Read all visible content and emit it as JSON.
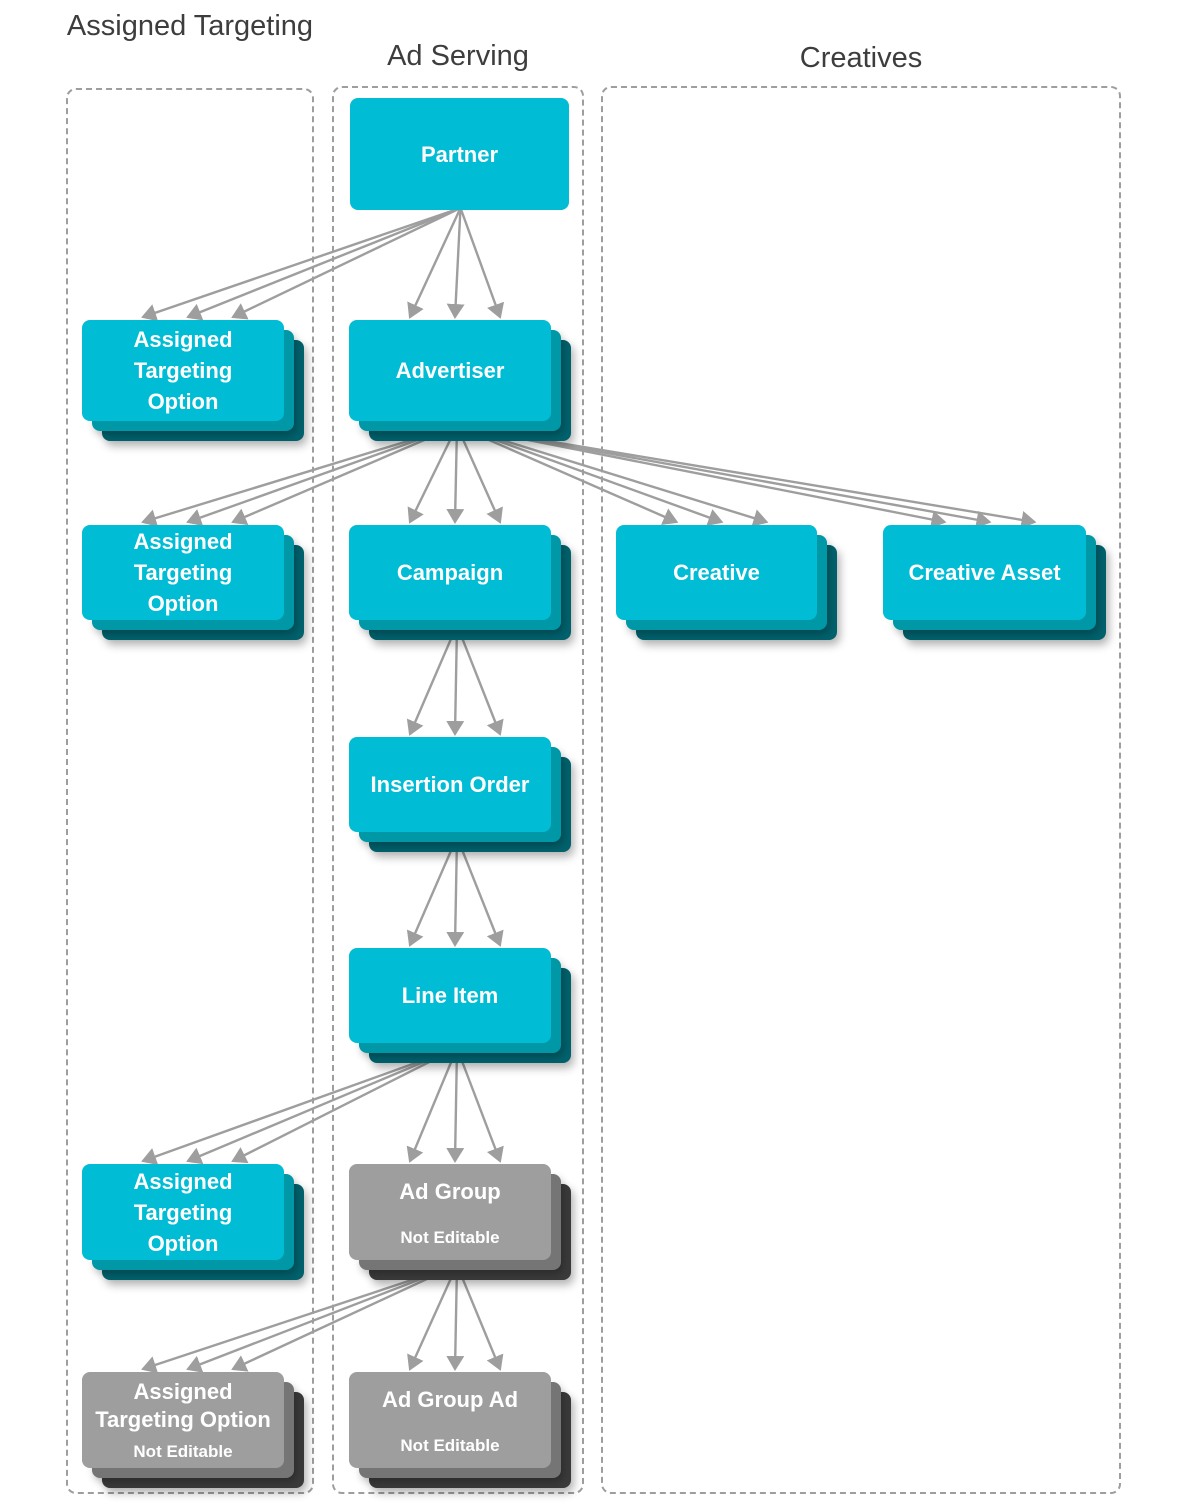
{
  "headers": {
    "assigned_targeting": "Assigned Targeting",
    "ad_serving": "Ad Serving",
    "creatives": "Creatives"
  },
  "colors": {
    "editable_box": "#00bcd4",
    "editable_layer_mid": "#0097a7",
    "editable_layer_back": "#00616c",
    "not_editable_box": "#9e9e9e",
    "not_editable_layer_mid": "#757575",
    "not_editable_layer_back": "#3a3a3a",
    "arrow": "#9e9e9e",
    "column_border": "#9e9e9e",
    "header_text": "#3d3d3d",
    "box_text": "#ffffff"
  },
  "nodes": {
    "partner": {
      "label": "Partner"
    },
    "advertiser": {
      "label": "Advertiser"
    },
    "campaign": {
      "label": "Campaign"
    },
    "insertion_order": {
      "label": "Insertion Order"
    },
    "line_item": {
      "label": "Line Item"
    },
    "ad_group": {
      "label": "Ad Group",
      "sublabel": "Not Editable"
    },
    "ad_group_ad": {
      "label": "Ad Group Ad",
      "sublabel": "Not Editable"
    },
    "assigned_targeting_option_1": {
      "label": "Assigned Targeting Option"
    },
    "assigned_targeting_option_2": {
      "label": "Assigned Targeting Option"
    },
    "assigned_targeting_option_3": {
      "label": "Assigned Targeting Option"
    },
    "assigned_targeting_option_ne": {
      "label": "Assigned Targeting Option",
      "sublabel": "Not Editable"
    },
    "creative": {
      "label": "Creative"
    },
    "creative_asset": {
      "label": "Creative Asset"
    }
  },
  "edges": [
    {
      "from": "partner",
      "to": "assigned_targeting_option_1"
    },
    {
      "from": "partner",
      "to": "advertiser"
    },
    {
      "from": "advertiser",
      "to": "assigned_targeting_option_2"
    },
    {
      "from": "advertiser",
      "to": "campaign"
    },
    {
      "from": "advertiser",
      "to": "creative"
    },
    {
      "from": "advertiser",
      "to": "creative_asset"
    },
    {
      "from": "campaign",
      "to": "insertion_order"
    },
    {
      "from": "insertion_order",
      "to": "line_item"
    },
    {
      "from": "line_item",
      "to": "assigned_targeting_option_3"
    },
    {
      "from": "line_item",
      "to": "ad_group"
    },
    {
      "from": "ad_group",
      "to": "assigned_targeting_option_ne"
    },
    {
      "from": "ad_group",
      "to": "ad_group_ad"
    }
  ],
  "arrows_per_edge": 3
}
